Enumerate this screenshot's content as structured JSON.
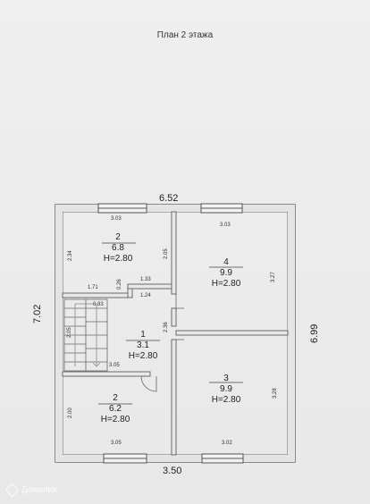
{
  "title": "План 2 этажа",
  "outer_dims": {
    "top_width": "6.52",
    "bottom_width": "3.50",
    "left_height": "7.02",
    "right_height": "6.99"
  },
  "rooms": [
    {
      "id": "room-2-top",
      "number": "2",
      "area": "6.8",
      "height": "H=2.80"
    },
    {
      "id": "room-4",
      "number": "4",
      "area": "9.9",
      "height": "H=2.80"
    },
    {
      "id": "room-1",
      "number": "1",
      "area": "3.1",
      "height": "H=2.80"
    },
    {
      "id": "room-2-bottom",
      "number": "2",
      "area": "6.2",
      "height": "H=2.80"
    },
    {
      "id": "room-3",
      "number": "3",
      "area": "9.9",
      "height": "H=2.80"
    }
  ],
  "inner_dims": {
    "r2_top_width": "3.03",
    "r2_top_left_h": "2.34",
    "r2_top_right_h": "2.05",
    "r4_width": "3.03",
    "r4_h": "3.27",
    "corridor_w1": "1.71",
    "corridor_026": "0.26",
    "corridor_133": "1.33",
    "corridor_124": "1.24",
    "corridor_236": "2.36",
    "stair_083": "0.83",
    "stair_205": "2.05",
    "stair_305": "3.05",
    "r2_bottom_h": "2.00",
    "r2_bottom_w": "3.05",
    "r3_h": "3.28",
    "r3_w": "3.02"
  },
  "watermark": "Домклик"
}
